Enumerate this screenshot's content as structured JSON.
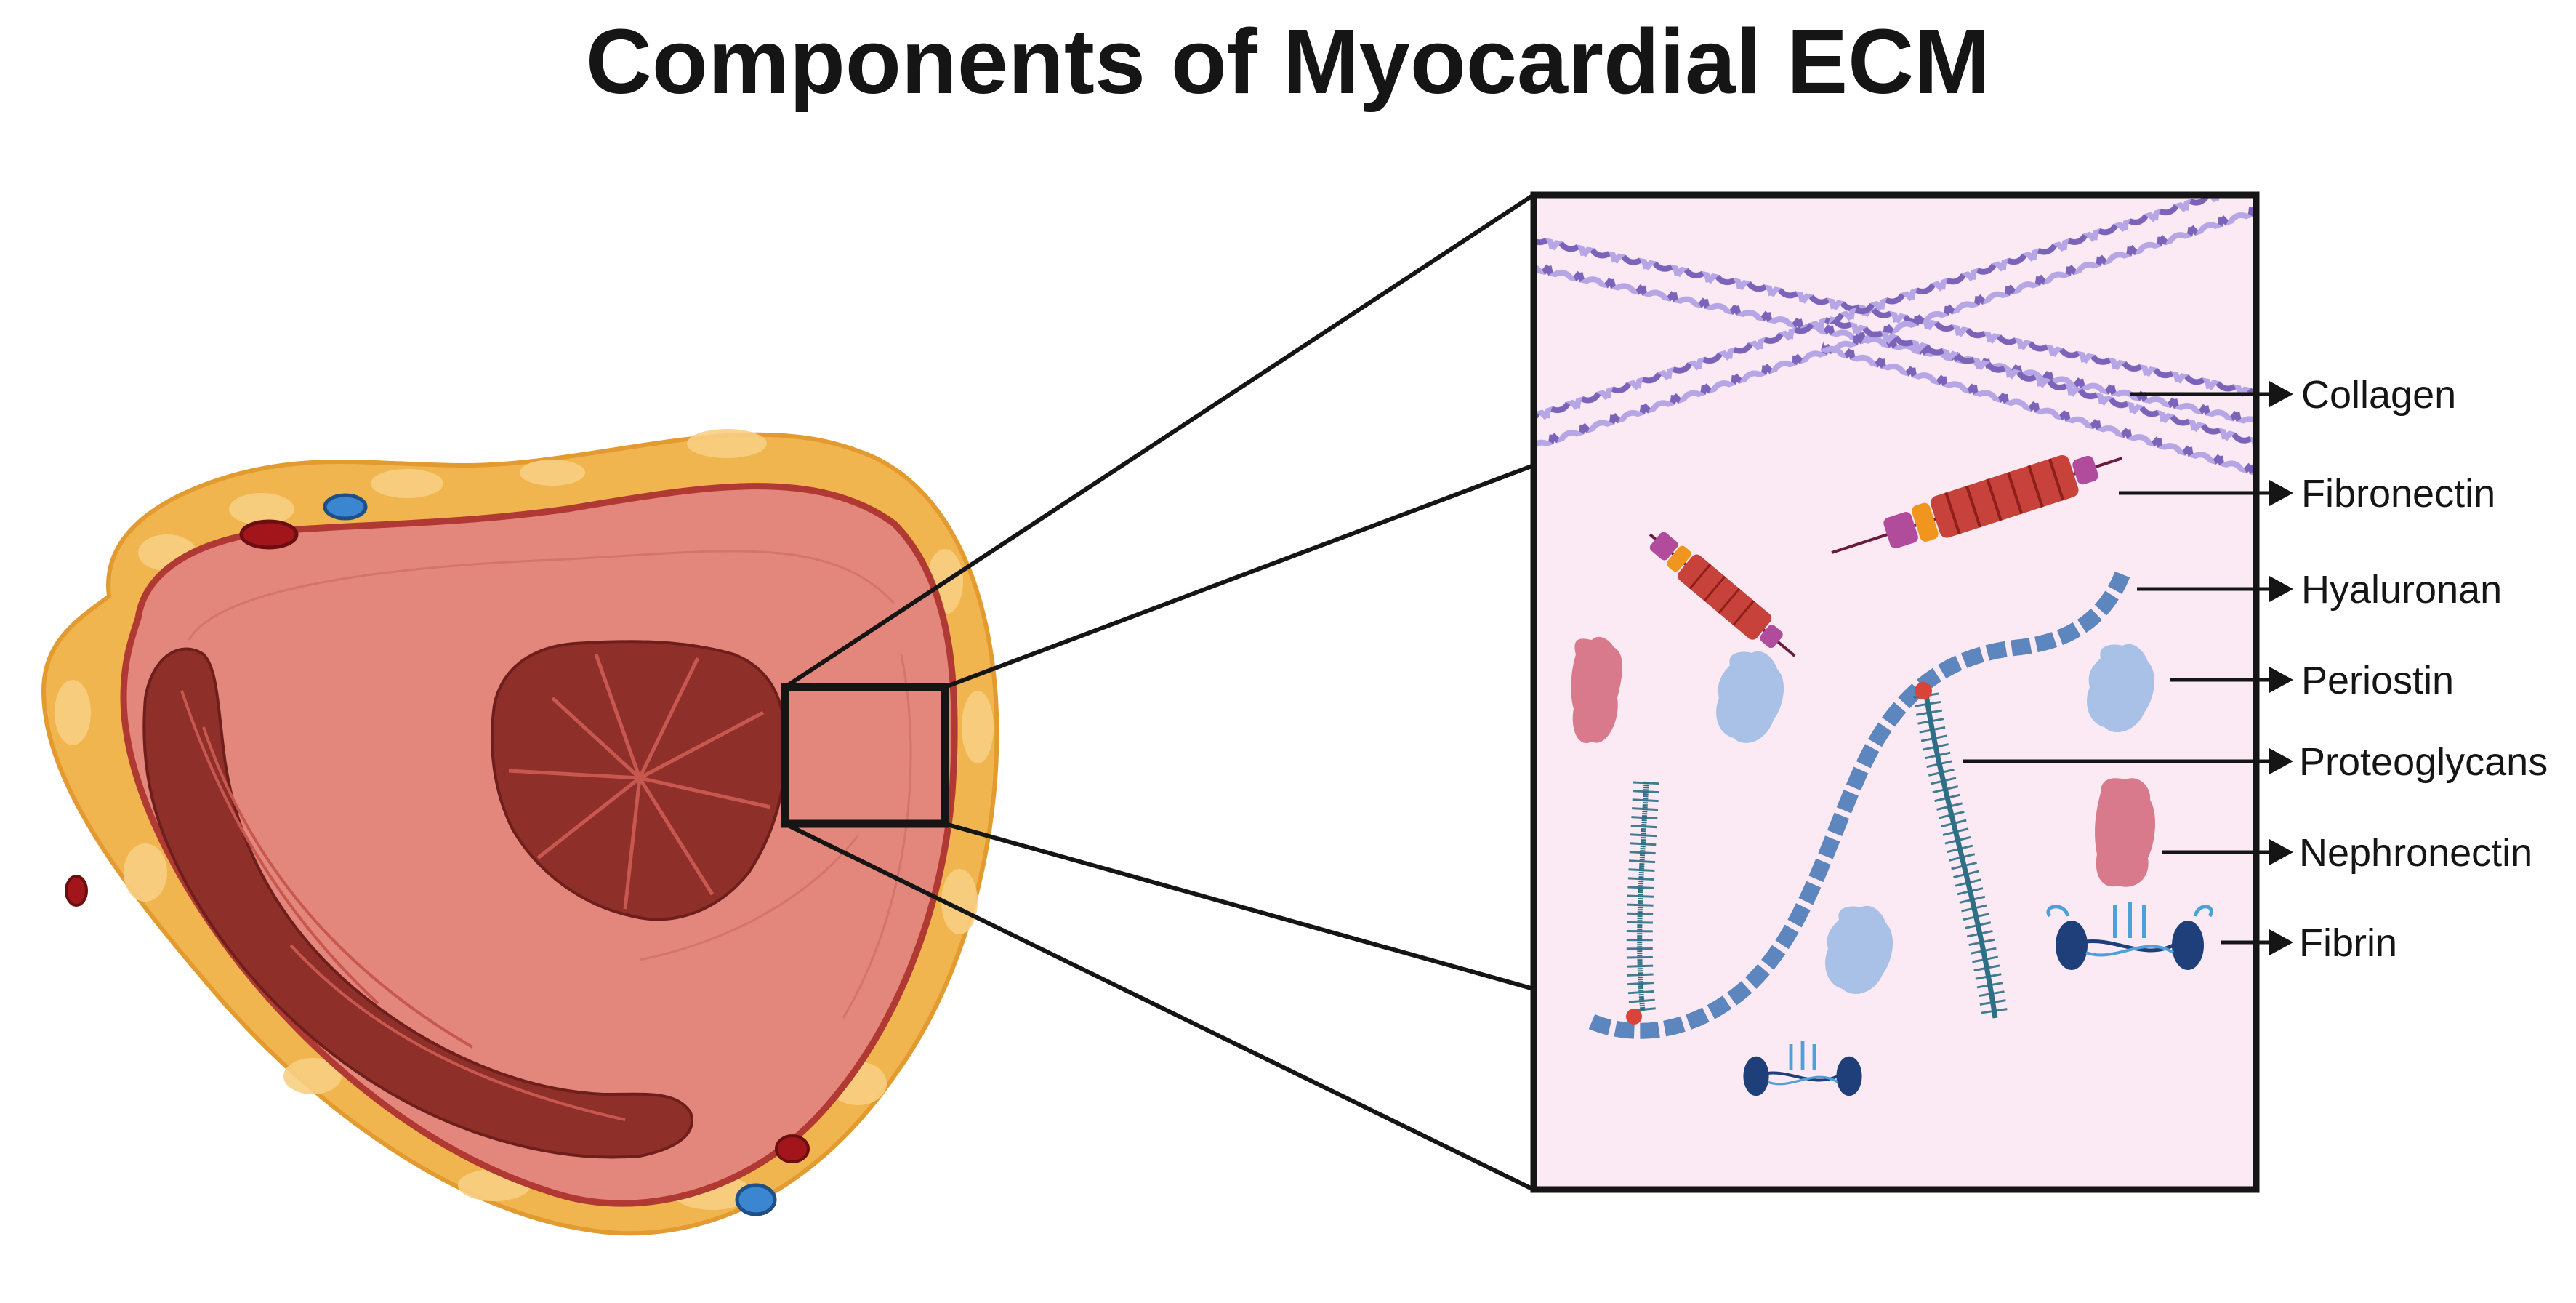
{
  "title": "Components of Myocardial ECM",
  "components": [
    {
      "label": "Collagen",
      "icon": "collagen-fiber-icon"
    },
    {
      "label": "Fibronectin",
      "icon": "fibronectin-molecule-icon"
    },
    {
      "label": "Hyaluronan",
      "icon": "hyaluronan-chain-icon"
    },
    {
      "label": "Periostin",
      "icon": "periostin-protein-icon"
    },
    {
      "label": "Proteoglycans",
      "icon": "proteoglycan-bottlebrush-icon"
    },
    {
      "label": "Nephronectin",
      "icon": "nephronectin-protein-icon"
    },
    {
      "label": "Fibrin",
      "icon": "fibrin-molecule-icon"
    }
  ],
  "colors": {
    "fat": "#f0b54e",
    "myocardium": "#e3867c",
    "ventricle": "#8e2f2a",
    "panel_bg": "#fbeaf4",
    "collagen": "#8a73c4",
    "fibronectin": "#c7423a",
    "hyaluronan": "#5d86bf",
    "periostin": "#d97a8c",
    "blue_protein": "#a9c1e6",
    "proteoglycan": "#2f6f86",
    "fibrin": "#1f3f7a"
  }
}
